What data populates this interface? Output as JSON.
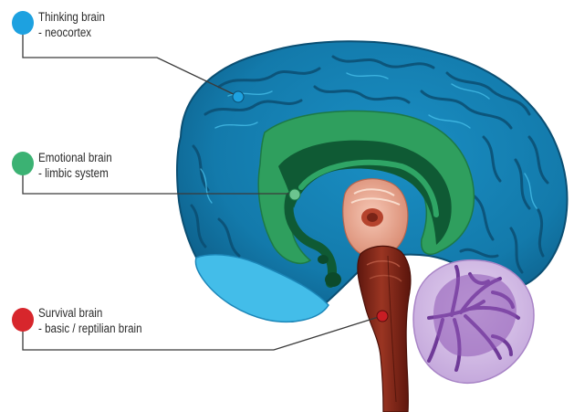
{
  "labels": [
    {
      "id": "thinking",
      "title": "Thinking brain",
      "subtitle": "- neocortex",
      "color": "#1da1e0"
    },
    {
      "id": "emotional",
      "title": "Emotional brain",
      "subtitle": "- limbic system",
      "color": "#3bb273"
    },
    {
      "id": "survival",
      "title": "Survival brain",
      "subtitle": "- basic / reptilian brain",
      "color": "#d7262c"
    }
  ],
  "colors": {
    "neocortex": "#1479a8",
    "neocortex_dark": "#0b4f73",
    "neocortex_light": "#49c2ee",
    "limbic": "#2f9f5e",
    "limbic_dark": "#0f5a34",
    "thalamus": "#e8a591",
    "brainstem": "#7a2417",
    "cerebellum": "#8e55b5",
    "cerebellum_light": "#d2b8e6",
    "leader_line": "#3a3a3a"
  }
}
